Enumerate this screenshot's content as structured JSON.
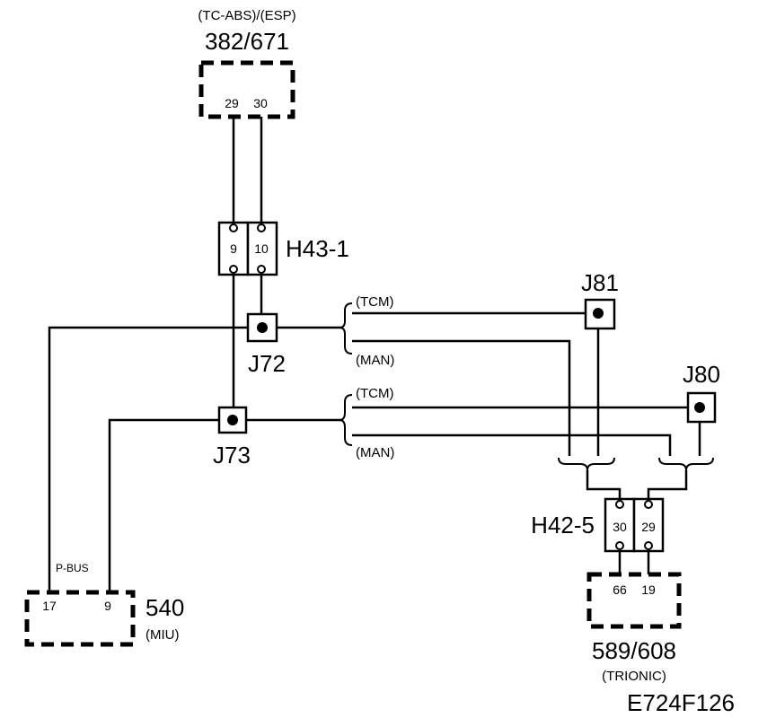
{
  "top_unit": {
    "subtitle": "(TC-ABS)/(ESP)",
    "id": "382/671",
    "pins": [
      "29",
      "30"
    ]
  },
  "connector_h43": {
    "id": "H43-1",
    "pins": [
      "9",
      "10"
    ]
  },
  "connector_h42": {
    "id": "H42-5",
    "pins": [
      "30",
      "29"
    ]
  },
  "junctions": {
    "j72": "J72",
    "j73": "J73",
    "j80": "J80",
    "j81": "J81"
  },
  "branch_labels": {
    "upper_tcm": "(TCM)",
    "upper_man": "(MAN)",
    "lower_tcm": "(TCM)",
    "lower_man": "(MAN)"
  },
  "miu_unit": {
    "id": "540",
    "subtitle": "(MIU)",
    "pins": [
      "17",
      "9"
    ],
    "bus_label": "P-BUS"
  },
  "trionic_unit": {
    "id": "589/608",
    "subtitle": "(TRIONIC)",
    "pins": [
      "66",
      "19"
    ]
  },
  "figure_code": "E724F126"
}
